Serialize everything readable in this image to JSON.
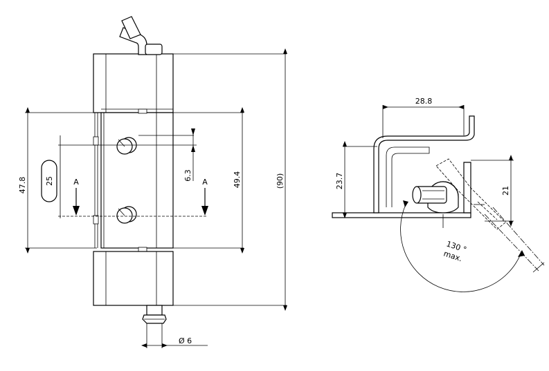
{
  "front_view": {
    "dim_width_47_8": "47.8",
    "dim_slot_25": "25",
    "dim_6_3": "6.3",
    "dim_49_4": "49.4",
    "dim_total_90": "(90)",
    "dim_pin_diameter": "Ø 6",
    "section_left": "A",
    "section_right": "A"
  },
  "side_view": {
    "dim_28_8": "28.8",
    "dim_23_7": "23.7",
    "dim_21": "21",
    "angle_value": "130 °",
    "angle_note": "max."
  }
}
